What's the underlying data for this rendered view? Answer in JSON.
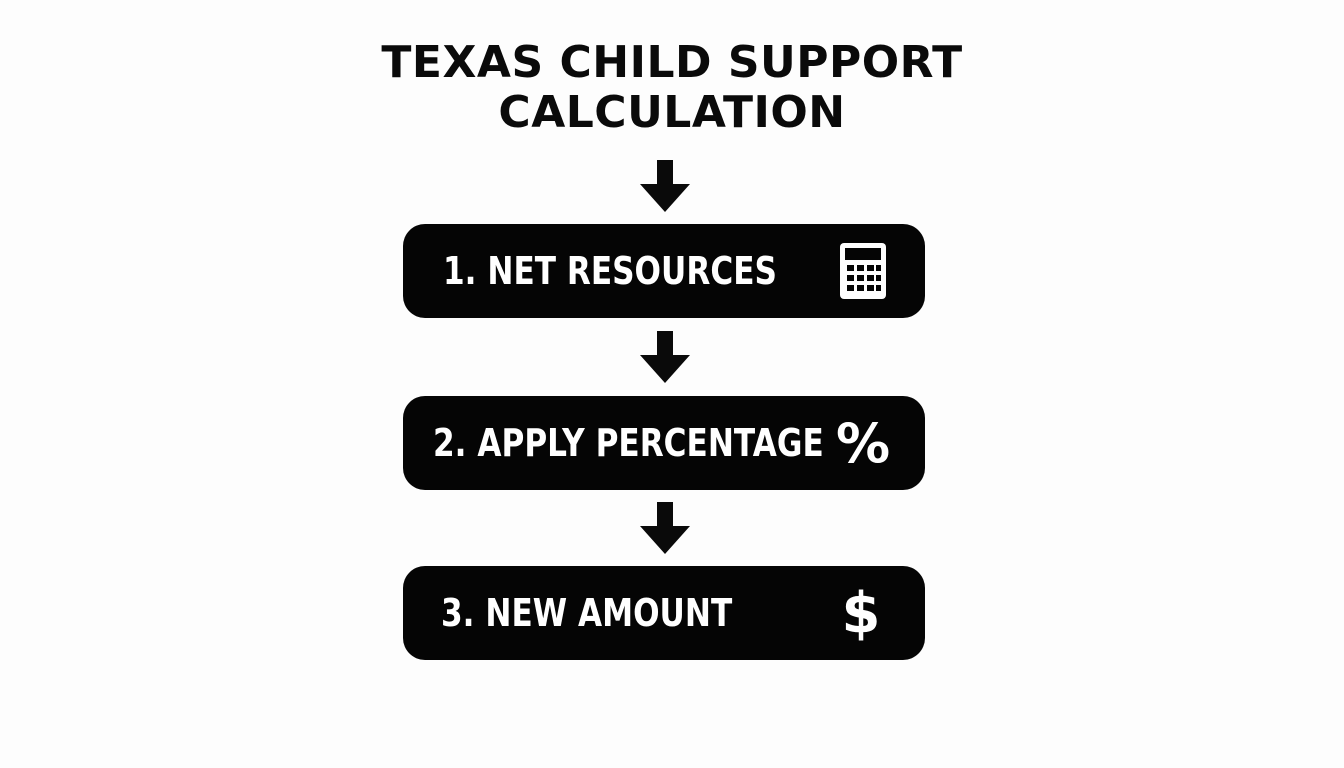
{
  "title": {
    "line1": "TEXAS CHILD SUPPORT",
    "line2": "CALCULATION"
  },
  "steps": [
    {
      "label": "1. NET RESOURCES",
      "icon": "calculator-icon"
    },
    {
      "label": "2. APPLY PERCENTAGE",
      "icon": "percent-icon",
      "glyph": "%"
    },
    {
      "label": "3. NEW AMOUNT",
      "icon": "dollar-icon",
      "glyph": "$"
    }
  ],
  "colors": {
    "box": "#050505",
    "text": "#ffffff",
    "background": "#fdfdfd",
    "arrow": "#0a0a0a"
  }
}
